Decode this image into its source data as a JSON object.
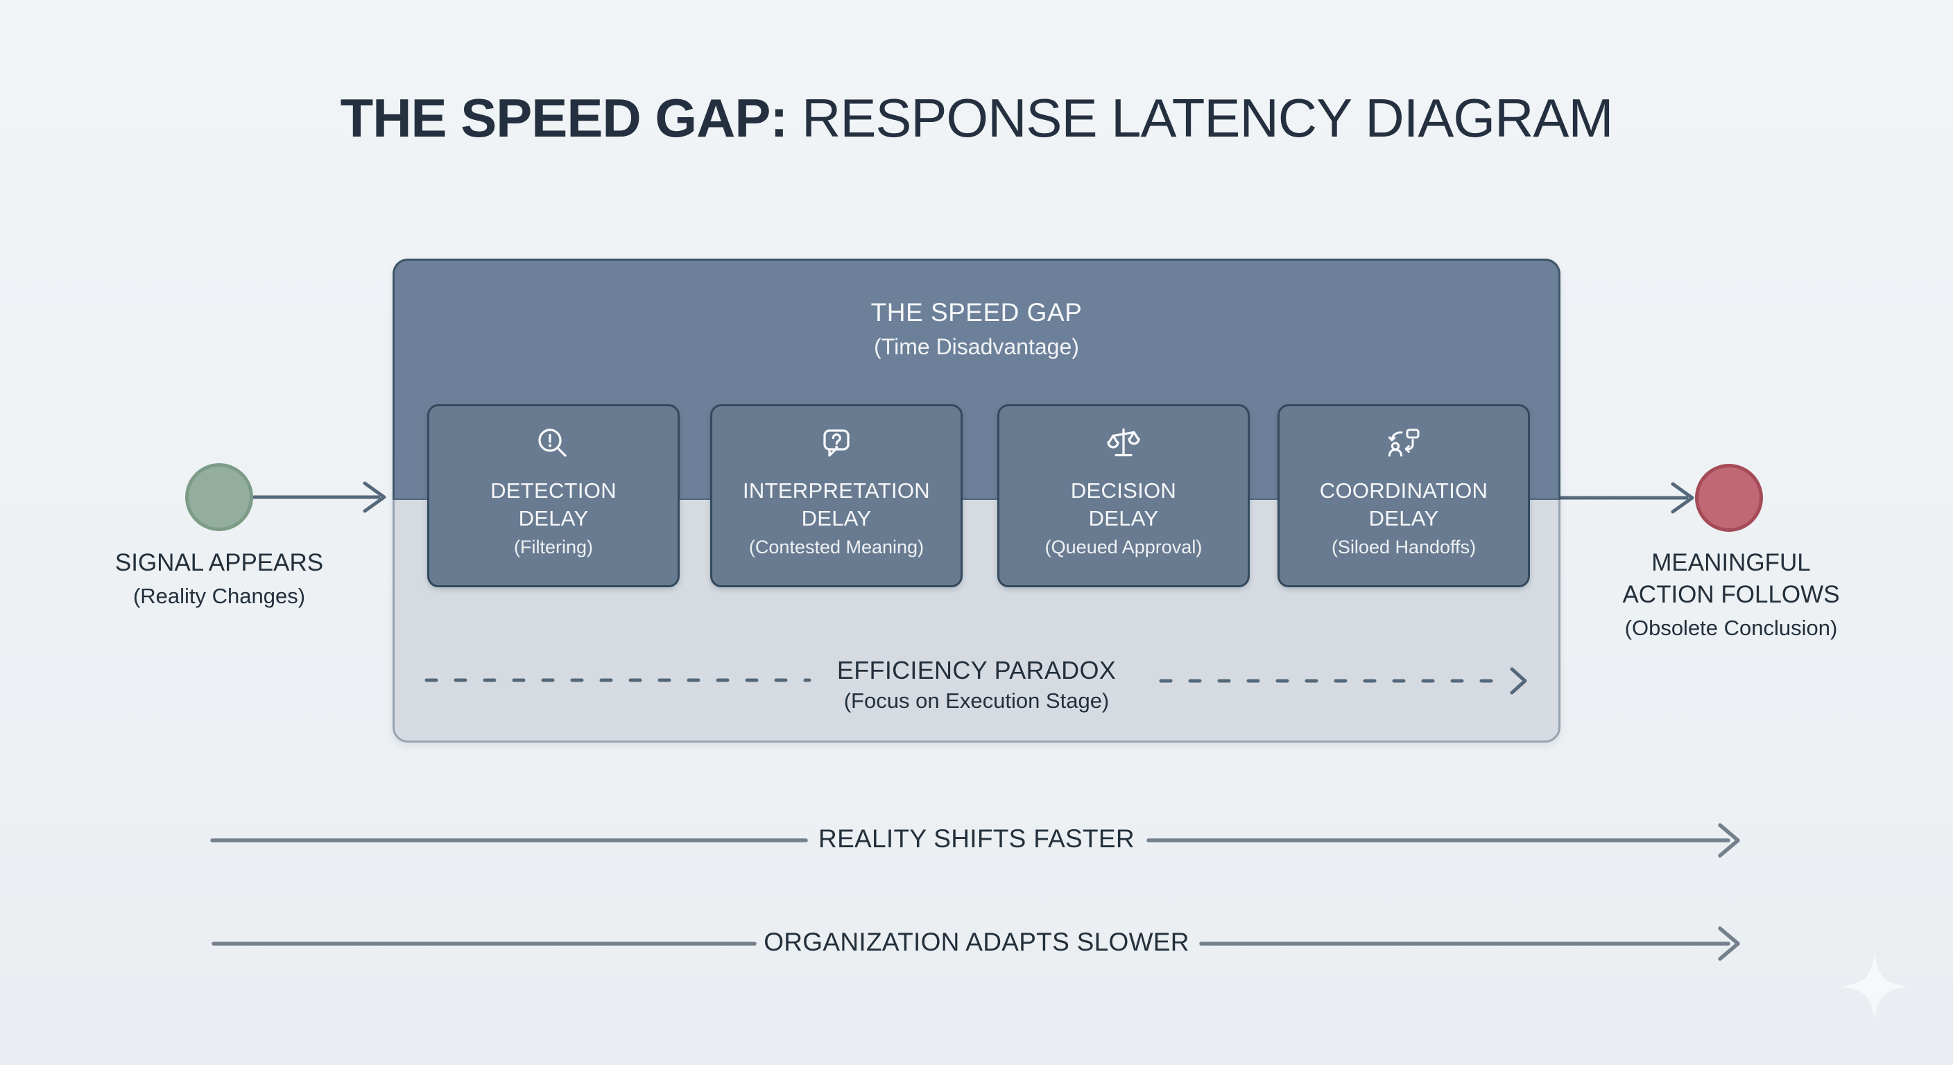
{
  "title": {
    "bold": "THE SPEED GAP:",
    "rest": " RESPONSE LATENCY DIAGRAM"
  },
  "colors": {
    "title-ink": "#24303f",
    "ink": "#232f3b",
    "panel-dark": "#6d8099",
    "panel-dark-border": "#3f5668",
    "panel-light": "#d6dbe2",
    "panel-light-border": "#97a3ae",
    "panel-text": "#f6f8fa",
    "box-fill": "#697b91",
    "box-border": "#33495c",
    "slate-line": "#54687a",
    "gray-line": "#74818c",
    "signal-green": "#93ae9f",
    "signal-green-border": "#7d9c87",
    "action-red": "#c06873",
    "action-red-border": "#a54b58"
  },
  "gap_panel": {
    "title": "THE SPEED GAP",
    "subtitle": "(Time Disadvantage)",
    "stages": [
      {
        "icon": "search-alert-icon",
        "line1": "DETECTION",
        "line2": "DELAY",
        "note": "(Filtering)"
      },
      {
        "icon": "chat-question-icon",
        "line1": "INTERPRETATION",
        "line2": "DELAY",
        "note": "(Contested Meaning)"
      },
      {
        "icon": "balance-scale-icon",
        "line1": "DECISION",
        "line2": "DELAY",
        "note": "(Queued Approval)"
      },
      {
        "icon": "handoff-icon",
        "line1": "COORDINATION",
        "line2": "DELAY",
        "note": "(Siloed Handoffs)"
      }
    ],
    "paradox": {
      "title": "EFFICIENCY PARADOX",
      "subtitle": "(Focus on Execution Stage)"
    }
  },
  "start_node": {
    "label": "SIGNAL APPEARS",
    "sublabel": "(Reality Changes)"
  },
  "end_node": {
    "label1": "MEANINGFUL",
    "label2": "ACTION FOLLOWS",
    "sublabel": "(Obsolete Conclusion)"
  },
  "bottom_arrows": [
    {
      "label": "REALITY SHIFTS FASTER"
    },
    {
      "label": "ORGANIZATION ADAPTS SLOWER"
    }
  ]
}
